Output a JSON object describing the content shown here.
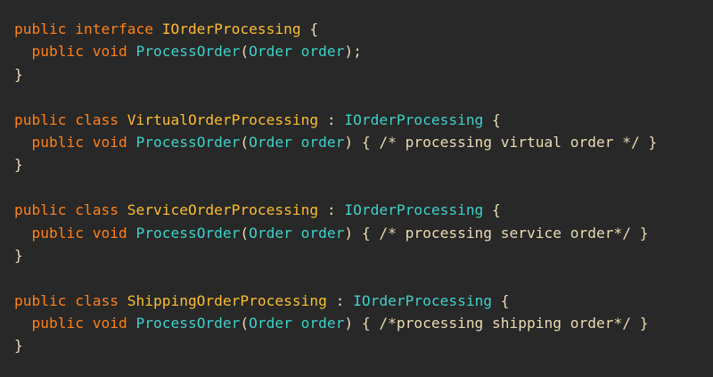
{
  "colors": {
    "background": "#282828",
    "keyword": "#fe8019",
    "type_name": "#fabd2f",
    "function_and_param": "#3fd0c9",
    "plain": "#ebdbb2"
  },
  "code": {
    "lines": [
      [
        {
          "t": "public",
          "c": "kw"
        },
        {
          "t": " ",
          "c": "pl"
        },
        {
          "t": "interface",
          "c": "kw"
        },
        {
          "t": " ",
          "c": "pl"
        },
        {
          "t": "IOrderProcessing",
          "c": "ty"
        },
        {
          "t": " {",
          "c": "pl"
        }
      ],
      [
        {
          "t": "  ",
          "c": "pl"
        },
        {
          "t": "public",
          "c": "kw"
        },
        {
          "t": " ",
          "c": "pl"
        },
        {
          "t": "void",
          "c": "kw"
        },
        {
          "t": " ",
          "c": "pl"
        },
        {
          "t": "ProcessOrder",
          "c": "fn"
        },
        {
          "t": "(",
          "c": "pl"
        },
        {
          "t": "Order order",
          "c": "fn"
        },
        {
          "t": ");",
          "c": "pl"
        }
      ],
      [
        {
          "t": "}",
          "c": "pl"
        }
      ],
      [],
      [
        {
          "t": "public",
          "c": "kw"
        },
        {
          "t": " ",
          "c": "pl"
        },
        {
          "t": "class",
          "c": "kw"
        },
        {
          "t": " ",
          "c": "pl"
        },
        {
          "t": "VirtualOrderProcessing",
          "c": "ty"
        },
        {
          "t": " : ",
          "c": "pl"
        },
        {
          "t": "IOrderProcessing",
          "c": "fn"
        },
        {
          "t": " {",
          "c": "pl"
        }
      ],
      [
        {
          "t": "  ",
          "c": "pl"
        },
        {
          "t": "public",
          "c": "kw"
        },
        {
          "t": " ",
          "c": "pl"
        },
        {
          "t": "void",
          "c": "kw"
        },
        {
          "t": " ",
          "c": "pl"
        },
        {
          "t": "ProcessOrder",
          "c": "fn"
        },
        {
          "t": "(",
          "c": "pl"
        },
        {
          "t": "Order order",
          "c": "fn"
        },
        {
          "t": ") { ",
          "c": "pl"
        },
        {
          "t": "/* processing virtual order */",
          "c": "cm"
        },
        {
          "t": " }",
          "c": "pl"
        }
      ],
      [
        {
          "t": "}",
          "c": "pl"
        }
      ],
      [],
      [
        {
          "t": "public",
          "c": "kw"
        },
        {
          "t": " ",
          "c": "pl"
        },
        {
          "t": "class",
          "c": "kw"
        },
        {
          "t": " ",
          "c": "pl"
        },
        {
          "t": "ServiceOrderProcessing",
          "c": "ty"
        },
        {
          "t": " : ",
          "c": "pl"
        },
        {
          "t": "IOrderProcessing",
          "c": "fn"
        },
        {
          "t": " {",
          "c": "pl"
        }
      ],
      [
        {
          "t": "  ",
          "c": "pl"
        },
        {
          "t": "public",
          "c": "kw"
        },
        {
          "t": " ",
          "c": "pl"
        },
        {
          "t": "void",
          "c": "kw"
        },
        {
          "t": " ",
          "c": "pl"
        },
        {
          "t": "ProcessOrder",
          "c": "fn"
        },
        {
          "t": "(",
          "c": "pl"
        },
        {
          "t": "Order order",
          "c": "fn"
        },
        {
          "t": ") { ",
          "c": "pl"
        },
        {
          "t": "/* processing service order*/",
          "c": "cm"
        },
        {
          "t": " }",
          "c": "pl"
        }
      ],
      [
        {
          "t": "}",
          "c": "pl"
        }
      ],
      [],
      [
        {
          "t": "public",
          "c": "kw"
        },
        {
          "t": " ",
          "c": "pl"
        },
        {
          "t": "class",
          "c": "kw"
        },
        {
          "t": " ",
          "c": "pl"
        },
        {
          "t": "ShippingOrderProcessing",
          "c": "ty"
        },
        {
          "t": " : ",
          "c": "pl"
        },
        {
          "t": "IOrderProcessing",
          "c": "fn"
        },
        {
          "t": " {",
          "c": "pl"
        }
      ],
      [
        {
          "t": "  ",
          "c": "pl"
        },
        {
          "t": "public",
          "c": "kw"
        },
        {
          "t": " ",
          "c": "pl"
        },
        {
          "t": "void",
          "c": "kw"
        },
        {
          "t": " ",
          "c": "pl"
        },
        {
          "t": "ProcessOrder",
          "c": "fn"
        },
        {
          "t": "(",
          "c": "pl"
        },
        {
          "t": "Order order",
          "c": "fn"
        },
        {
          "t": ") { ",
          "c": "pl"
        },
        {
          "t": "/*processing shipping order*/",
          "c": "cm"
        },
        {
          "t": " }",
          "c": "pl"
        }
      ],
      [
        {
          "t": "}",
          "c": "pl"
        }
      ]
    ]
  }
}
